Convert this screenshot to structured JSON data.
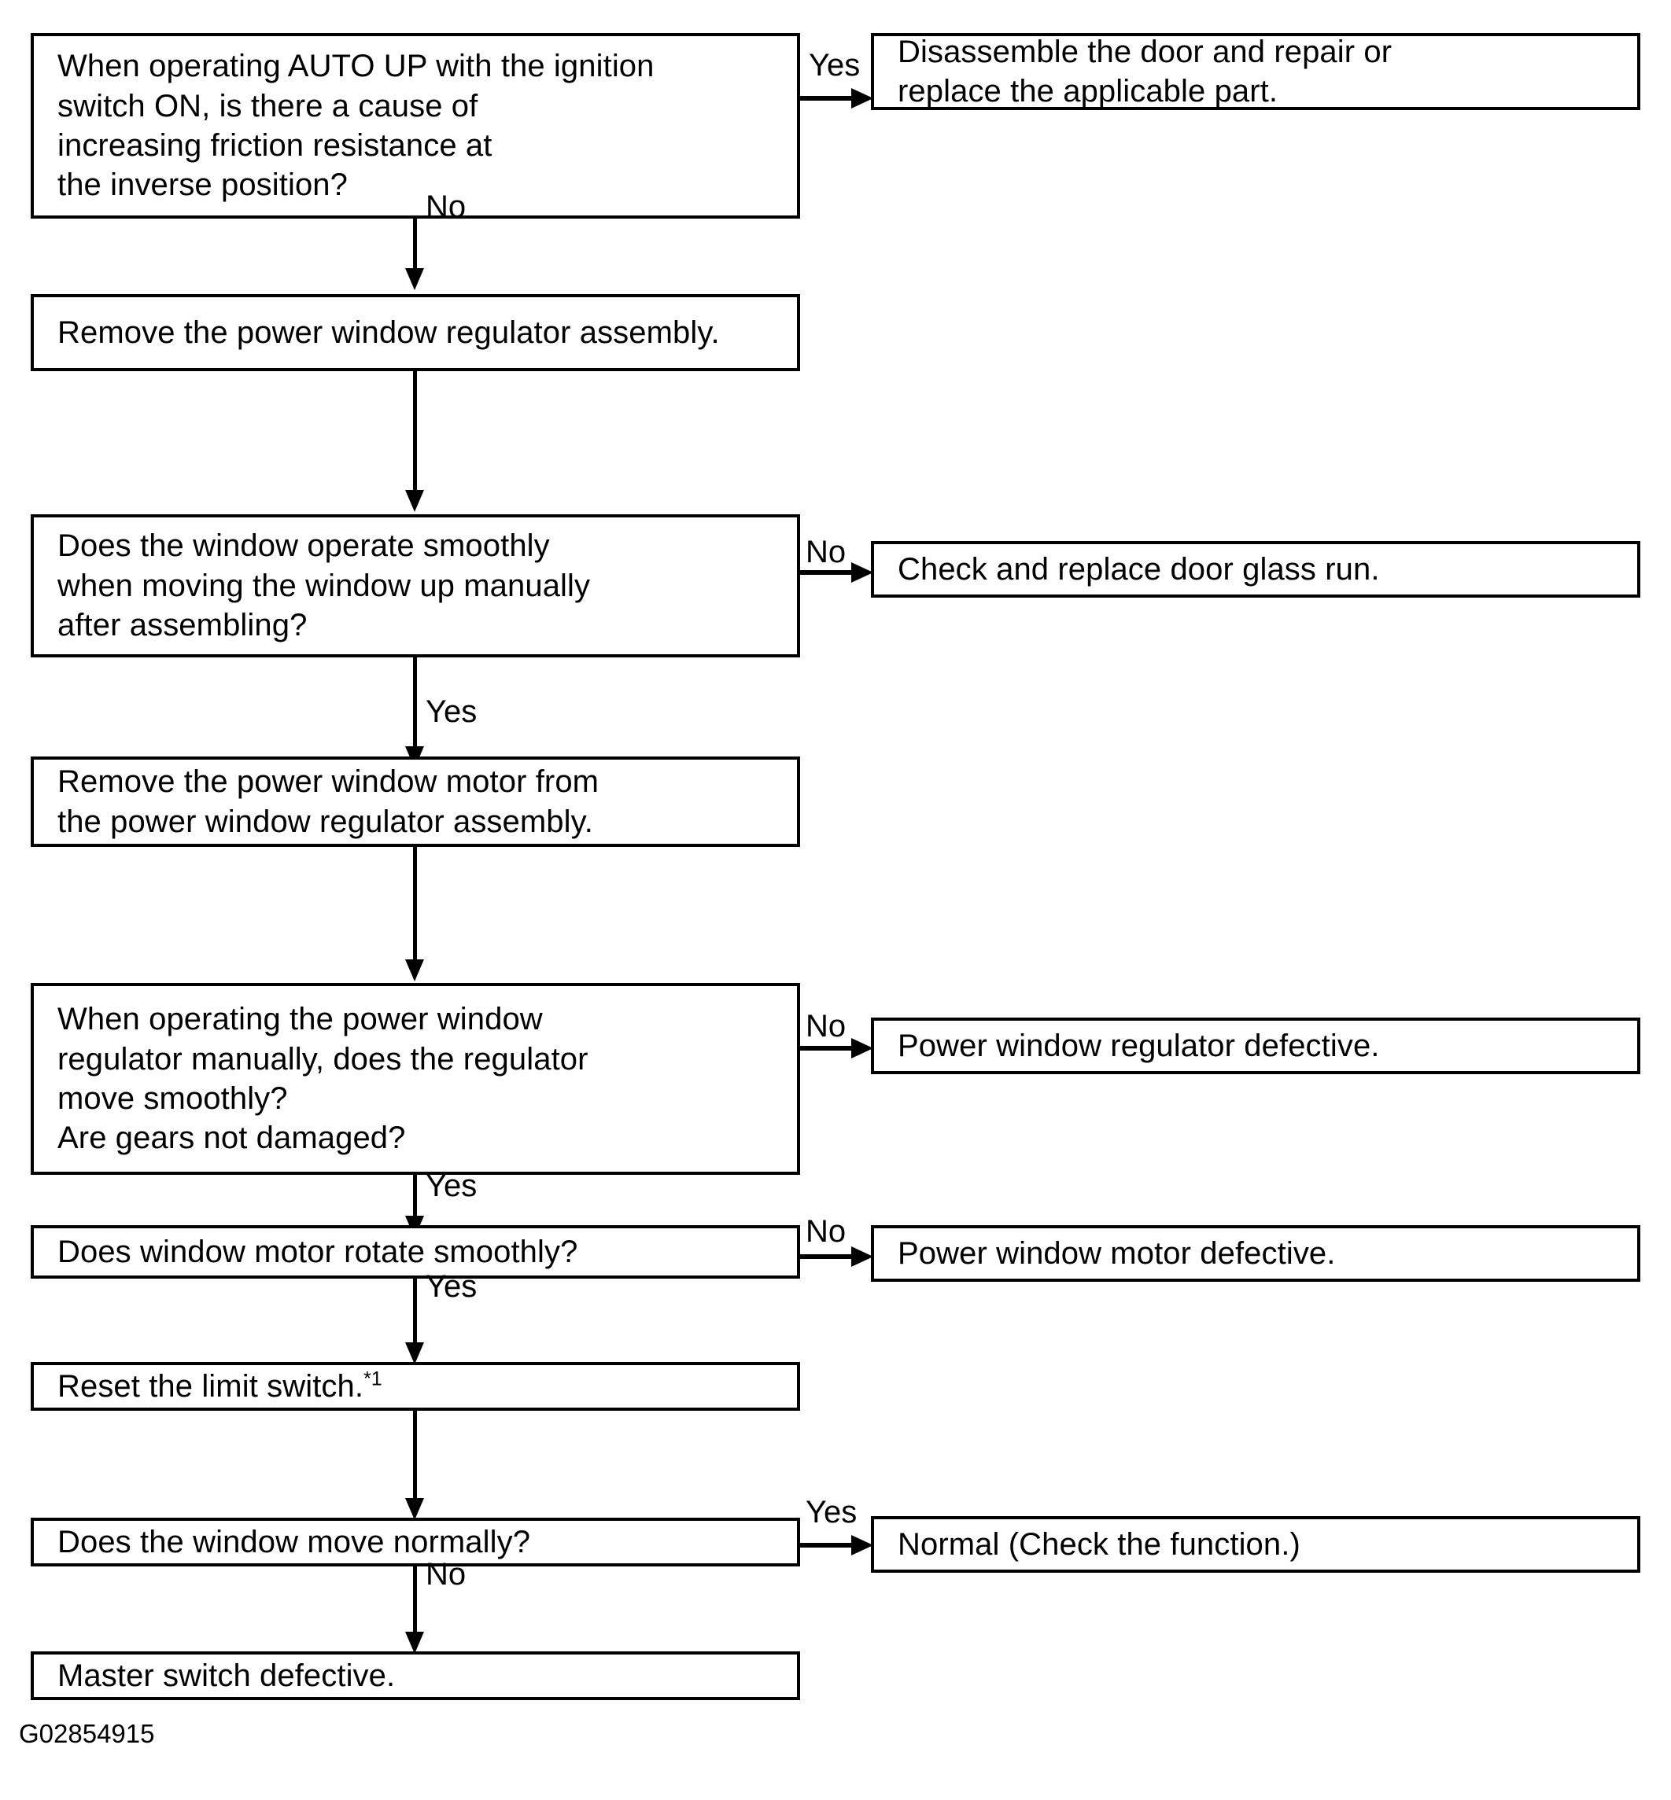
{
  "figure": {
    "code": "G02854915",
    "type": "troubleshooting-flowchart"
  },
  "nodes": {
    "n1": {
      "id": "n1",
      "shape": "process-box",
      "text": "When operating AUTO UP with the ignition\nswitch ON, is there a cause of\nincreasing friction resistance at\nthe inverse position?"
    },
    "n1_yes": {
      "id": "n1_yes",
      "shape": "process-box",
      "text": "Disassemble the door and repair or\nreplace the applicable part."
    },
    "n2": {
      "id": "n2",
      "shape": "process-box",
      "text": "Remove the power window regulator assembly."
    },
    "n3": {
      "id": "n3",
      "shape": "process-box",
      "text": "Does the window operate smoothly\nwhen moving the window up manually\nafter assembling?"
    },
    "n3_no": {
      "id": "n3_no",
      "shape": "process-box",
      "text": "Check and replace door glass run."
    },
    "n4": {
      "id": "n4",
      "shape": "process-box",
      "text": "Remove the power window motor from\nthe power window regulator assembly."
    },
    "n5": {
      "id": "n5",
      "shape": "process-box",
      "text": "When operating the power window\nregulator manually, does the regulator\nmove smoothly?\nAre gears not damaged?"
    },
    "n5_no": {
      "id": "n5_no",
      "shape": "process-box",
      "text": "Power window regulator defective."
    },
    "n6": {
      "id": "n6",
      "shape": "process-box",
      "text": "Does window motor rotate smoothly?"
    },
    "n6_no": {
      "id": "n6_no",
      "shape": "process-box",
      "text": "Power window motor defective."
    },
    "n7": {
      "id": "n7",
      "shape": "process-box",
      "text_main": "Reset the limit switch.",
      "text_sup": "*1"
    },
    "n8": {
      "id": "n8",
      "shape": "process-box",
      "text": "Does the window move normally?"
    },
    "n8_yes": {
      "id": "n8_yes",
      "shape": "process-box",
      "text": "Normal (Check the function.)"
    },
    "n9": {
      "id": "n9",
      "shape": "process-box",
      "text": "Master switch defective."
    }
  },
  "edge_labels": {
    "e1_yes": "Yes",
    "e1_no": "No",
    "e3_no": "No",
    "e3_yes": "Yes",
    "e5_no": "No",
    "e5_yes": "Yes",
    "e6_no": "No",
    "e6_yes": "Yes",
    "e8_yes": "Yes",
    "e8_no": "No"
  },
  "colors": {
    "line": "#000000",
    "box_border": "#000000",
    "background": "#ffffff",
    "text": "#000000"
  }
}
